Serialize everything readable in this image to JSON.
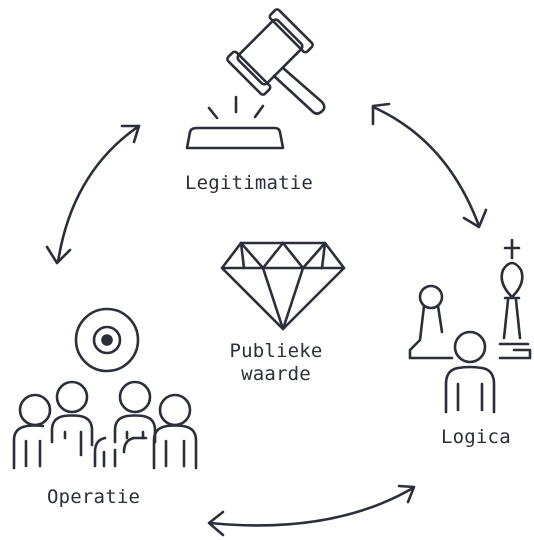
{
  "diagram": {
    "labels": {
      "legitimatie": "Legitimatie",
      "publieke_line1": "Publieke",
      "publieke_line2": "waarde",
      "logica": "Logica",
      "operatie": "Operatie"
    },
    "icons": {
      "top": "gavel-icon",
      "center": "diamond-icon",
      "right": "chess-pieces-icon",
      "left": "team-target-icon"
    },
    "stroke_color": "#2a2f3a"
  }
}
